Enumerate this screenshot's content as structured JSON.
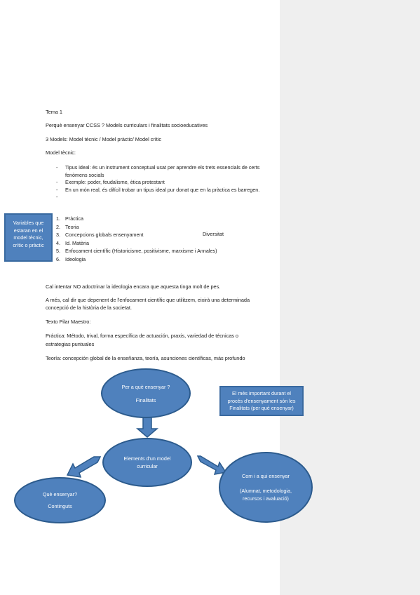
{
  "doc": {
    "tema": "Tema 1",
    "title_line": "Perquè ensenyar CCSS ? Models curriculars i finalitats socioeducatives",
    "models_line": "3 Models: Model tècnic / Model pràctic/ Model crític",
    "model_tecnic": "Model tècnic:",
    "bullets": [
      "Tipus ideal: és un instrument conceptual usat per aprendre els trets essencials de certs fenòmens socials",
      "Exemple: poder, feudalisme, ètica protestant",
      "En un món real, és difícil trobar un tipus ideal pur donat que en la pràctica es barregen.",
      ""
    ],
    "numbered": [
      {
        "num": "1.",
        "text": "Pràctica"
      },
      {
        "num": "2.",
        "text": "Teoria"
      },
      {
        "num": "3.",
        "text": "Concepcions globals ensenyament"
      },
      {
        "num": "4.",
        "text": "Id. Matèria"
      },
      {
        "num": "5.",
        "text": "Enfocament científic (Historicisme, positivisme, marxisme i Annales)"
      },
      {
        "num": "6.",
        "text": "Ideologia"
      }
    ],
    "diversitat": "Diversitat",
    "para1": "Cal intentar NO adoctrinar la ideologia encara que aquesta tinga molt de pes.",
    "para2_l1": "A més, cal dir que depenent de l'enfocament científic que utilitzem, eixirà una determinada",
    "para2_l2": "concepció de la història de la societat.",
    "texto_pilar": "Texto Pilar Maestro:",
    "practica_l1": "Práctica: Método, trival, forma específica de actuación, praxis, variedad de técnicas o",
    "practica_l2": "estrategias puntuales",
    "teoria": "Teoría: concepción global de la enseñanza, teoría, asunciones científicas, más profundo"
  },
  "side_note": {
    "lines": [
      "Variables que",
      "estaran en el",
      "model tècnic,",
      "crític o pràctic"
    ]
  },
  "diagram": {
    "top": {
      "title": "Per a què ensenyar ?",
      "sub": "Finalitats"
    },
    "center": {
      "l1": "Elements d'un model",
      "l2": "curricular"
    },
    "left": {
      "title": "Què ensenyar?",
      "sub": "Continguts"
    },
    "right": {
      "title": "Com i a qui ensenyar",
      "l2": "(Alumnat, metodologia,",
      "l3": "recursos i avaluació)"
    },
    "note": {
      "l1": "El més important durant el",
      "l2": "procés d'ensenyament són les",
      "l3": "Finalitats (per què ensenyar)"
    }
  },
  "colors": {
    "shape_fill": "#4f81bd",
    "margin_panel": "#efefef"
  }
}
